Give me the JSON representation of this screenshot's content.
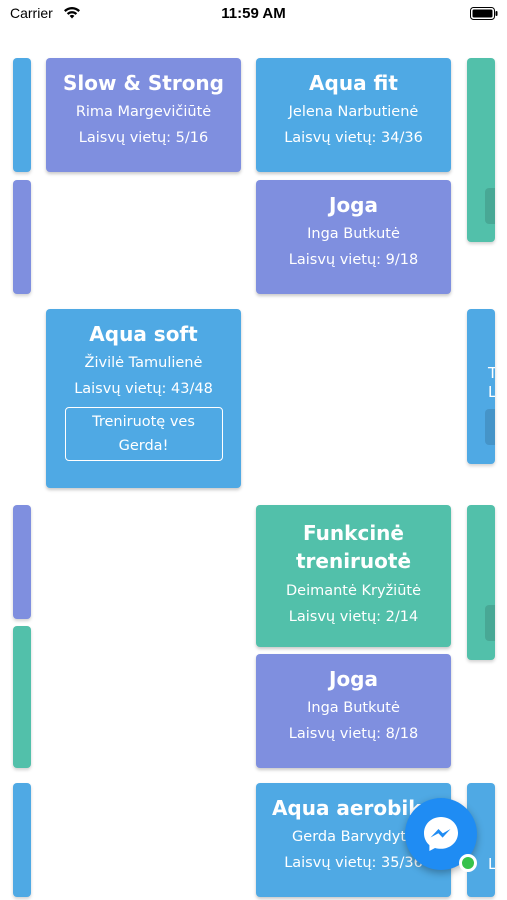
{
  "status_bar": {
    "carrier": "Carrier",
    "time": "11:59 AM"
  },
  "colors": {
    "purple": "#7f8fdf",
    "blue": "#4fa9e4",
    "green": "#52c0aa",
    "messenger": "#1f8cf3",
    "online": "#37c24c"
  },
  "cards": [
    {
      "title": "Slow & Strong",
      "trainer": "Rima Margevičiūtė",
      "spots": "Laisvų vietų: 5/16",
      "color": "purple"
    },
    {
      "title": "Aqua fit",
      "trainer": "Jelena Narbutienė",
      "spots": "Laisvų vietų: 34/36",
      "color": "blue"
    },
    {
      "title": "Joga",
      "trainer": "Inga Butkutė",
      "spots": "Laisvų vietų: 9/18",
      "color": "purple"
    },
    {
      "title": "Aqua soft",
      "trainer": "Živilė Tamulienė",
      "spots": "Laisvų vietų: 43/48",
      "color": "blue",
      "action": "Treniruotę ves Gerda!"
    },
    {
      "title": "Funkcinė treniruotė",
      "trainer": "Deimantė Kryžiūtė",
      "spots": "Laisvų vietų: 2/14",
      "color": "green"
    },
    {
      "title": "Joga",
      "trainer": "Inga Butkutė",
      "spots": "Laisvų vietų: 8/18",
      "color": "purple"
    },
    {
      "title": "Aqua aerobika",
      "trainer": "Gerda Barvydytė",
      "spots": "Laisvų vietų: 35/36",
      "color": "blue"
    }
  ],
  "partial_right_text": [
    "T",
    "L",
    "L"
  ],
  "icons": {
    "wifi": "wifi-icon",
    "battery": "battery-icon",
    "messenger": "messenger-icon"
  }
}
